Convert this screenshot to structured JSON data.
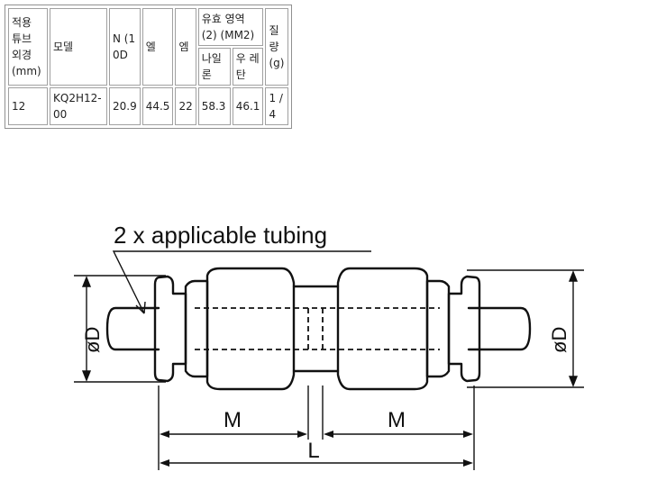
{
  "table": {
    "headers": {
      "tube_od": "적용 튜브 외경 (mm)",
      "model": "모델",
      "n": "N (1 0D",
      "l": "엘",
      "m": "엠",
      "flow_area": "유효 영역 (2) (MM2)",
      "nylon": "나일 론",
      "urethane": "우 레 탄",
      "weight": "질 량 (g)"
    },
    "row": {
      "tube_od": "12",
      "model": "KQ2H12-00",
      "n": "20.9",
      "l": "44.5",
      "m": "22",
      "nylon": "58.3",
      "urethane": "46.1",
      "weight": "1 / 4"
    }
  },
  "drawing": {
    "callout": "2 x applicable tubing",
    "dim_left_d": "øD",
    "dim_right_d": "øD",
    "dim_m_left": "M",
    "dim_m_right": "M",
    "dim_l": "L"
  }
}
